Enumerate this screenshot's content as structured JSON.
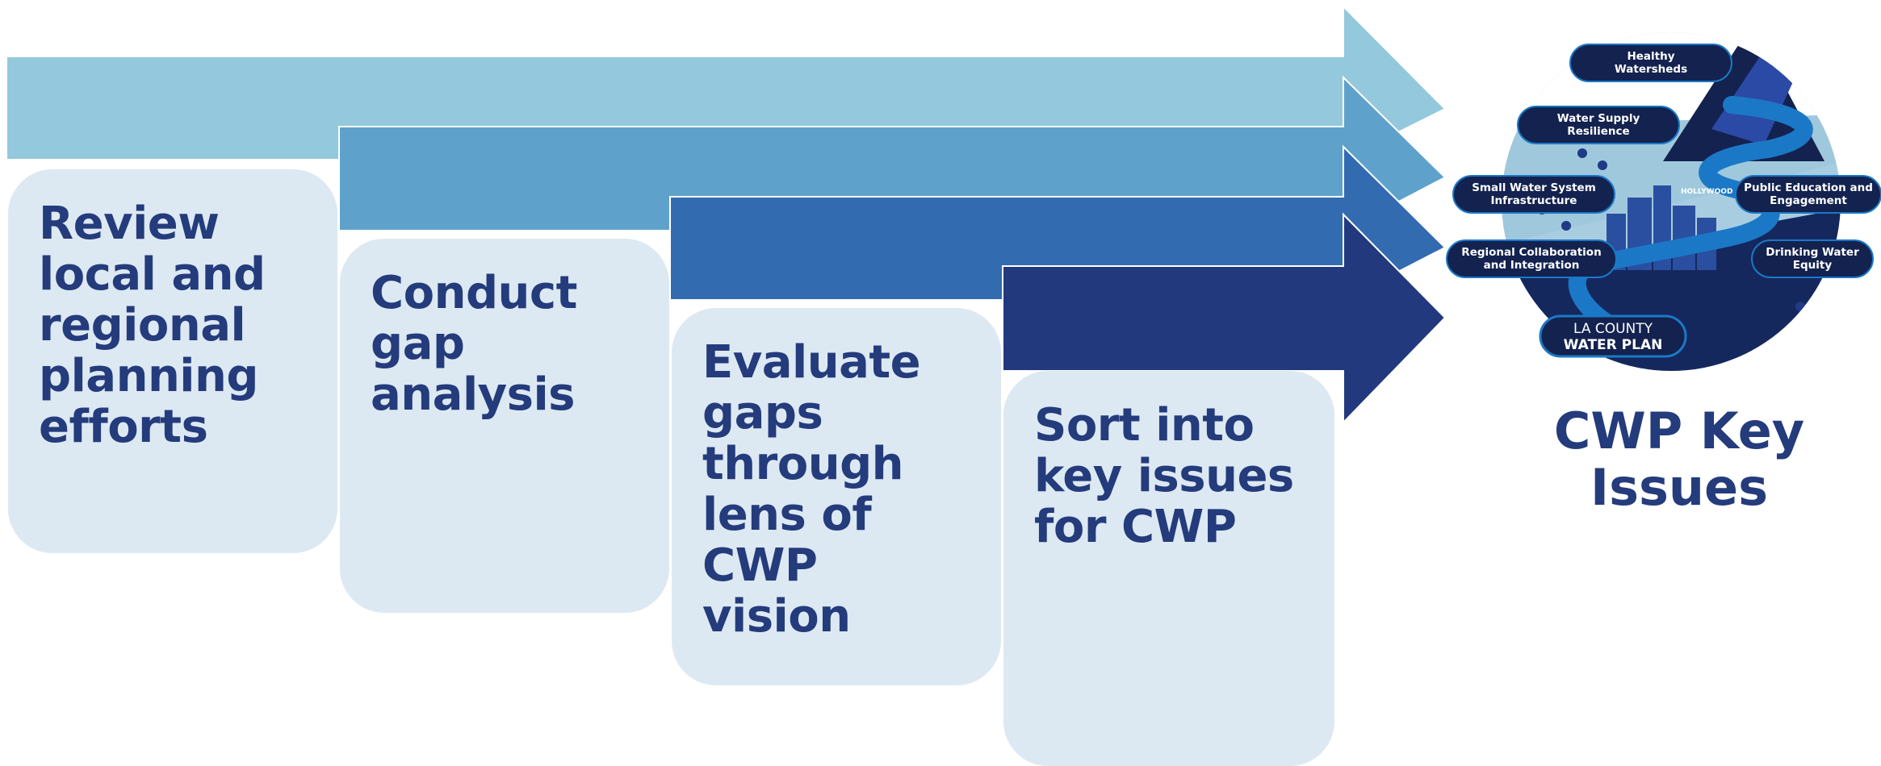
{
  "steps": [
    {
      "label": "Review\nlocal and\nregional\nplanning\nefforts",
      "color": "#94c8dc"
    },
    {
      "label": "Conduct\ngap\nanalysis",
      "color": "#5ea2cb"
    },
    {
      "label": "Evaluate\ngaps\nthrough\nlens of\nCWP vision",
      "color": "#336bb0"
    },
    {
      "label": "Sort into\nkey issues\nfor CWP",
      "color": "#23397d"
    }
  ],
  "box_color": "#dde9f2",
  "text_color": "#243b7c",
  "emblem": {
    "key_issues": [
      "Healthy\nWatersheds",
      "Water Supply\nResilience",
      "Small Water System\nInfrastructure",
      "Public Education and\nEngagement",
      "Regional Collaboration\nand Integration",
      "Drinking Water\nEquity"
    ],
    "sign_text": "HOLLYWOOD",
    "logo_line1": "LA COUNTY",
    "logo_line2": "WATER PLAN"
  },
  "result_title": "CWP Key\nIssues"
}
